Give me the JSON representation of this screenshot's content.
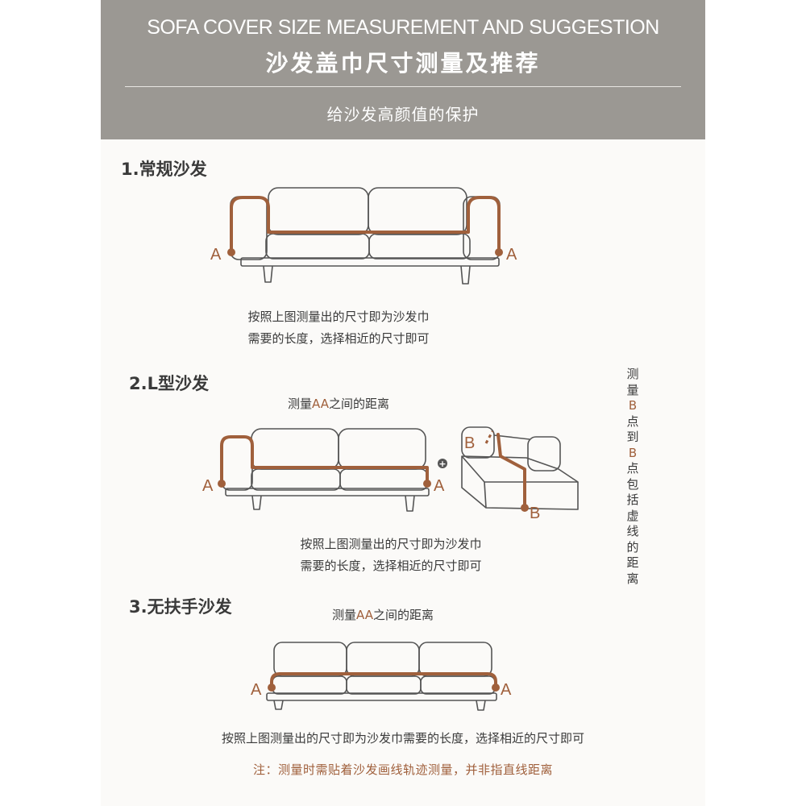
{
  "header": {
    "title_en": "SOFA COVER SIZE MEASUREMENT AND SUGGESTION",
    "title_cn": "沙发盖巾尺寸测量及推荐",
    "subtitle": "给沙发高颜值的保护"
  },
  "sections": [
    {
      "title": "1.常规沙发",
      "caption_lines": [
        "按照上图测量出的尺寸即为沙发巾",
        "需要的长度，选择相近的尺寸即可"
      ],
      "point_label": "A"
    },
    {
      "title": "2.L型沙发",
      "measure_prefix": "测量",
      "measure_highlight": "AA",
      "measure_suffix": "之间的距离",
      "caption_lines": [
        "按照上图测量出的尺寸即为沙发巾",
        "需要的长度，选择相近的尺寸即可"
      ],
      "point_label": "A",
      "point_label_b": "B",
      "plus": "+",
      "side_note": [
        "测",
        "量",
        "B",
        "点",
        "到",
        "B",
        "点",
        "包",
        "括",
        "虚",
        "线",
        "的",
        "距",
        "离"
      ]
    },
    {
      "title": "3.无扶手沙发",
      "measure_prefix": "测量",
      "measure_highlight": "AA",
      "measure_suffix": "之间的距离",
      "caption": "按照上图测量出的尺寸即为沙发巾需要的长度，选择相近的尺寸即可",
      "point_label": "A"
    }
  ],
  "warning": "注：测量时需贴着沙发画线轨迹测量，并非指直线距离",
  "colors": {
    "header_bg": "#9b9893",
    "accent": "#a0603c",
    "line": "#555555"
  }
}
